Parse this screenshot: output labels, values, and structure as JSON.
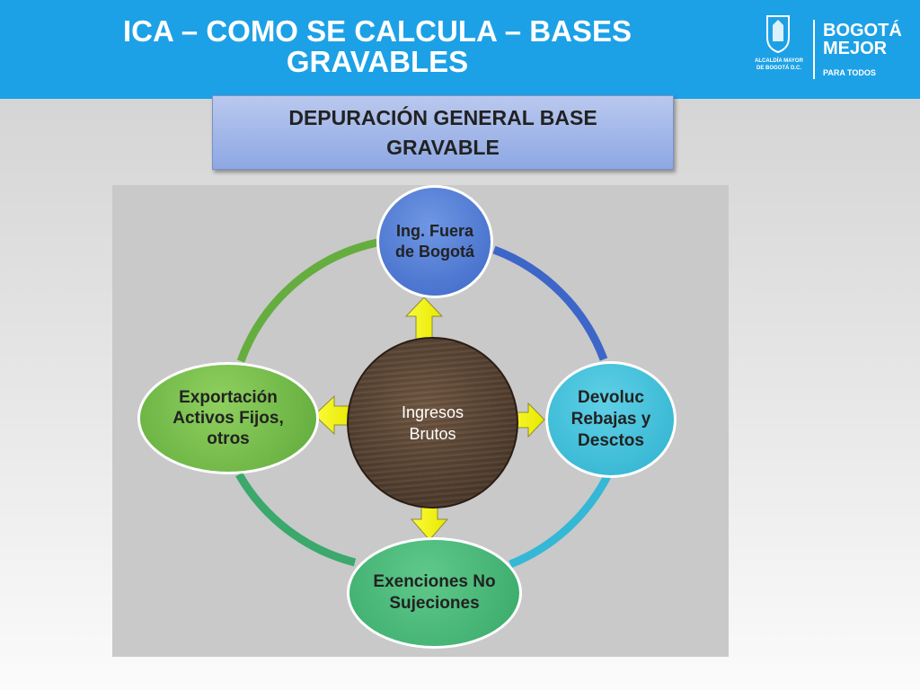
{
  "header": {
    "title": "ICA – COMO SE CALCULA – BASES GRAVABLES",
    "logo_alcaldia": "ALCALDÍA MAYOR DE BOGOTÁ D.C.",
    "logo_bogota_line1": "BOGOTÁ",
    "logo_bogota_line2": "MEJOR",
    "logo_bogota_line3": "PARA TODOS"
  },
  "subtitle": "DEPURACIÓN GENERAL BASE GRAVABLE",
  "diagram": {
    "center": "Ingresos Brutos",
    "top": "Ing. Fuera de Bogotá",
    "right": "Devoluc Rebajas y Desctos",
    "bottom": "Exenciones No Sujeciones",
    "left": "Exportación Activos Fijos, otros"
  },
  "colors": {
    "header_bg": "#1da1e6",
    "ring_top_right": "#3d66c8",
    "ring_right_bottom": "#34b8d6",
    "ring_bottom_left": "#3aa96b",
    "ring_left_top": "#66ad3f",
    "arrow_fill": "#f4f400"
  }
}
